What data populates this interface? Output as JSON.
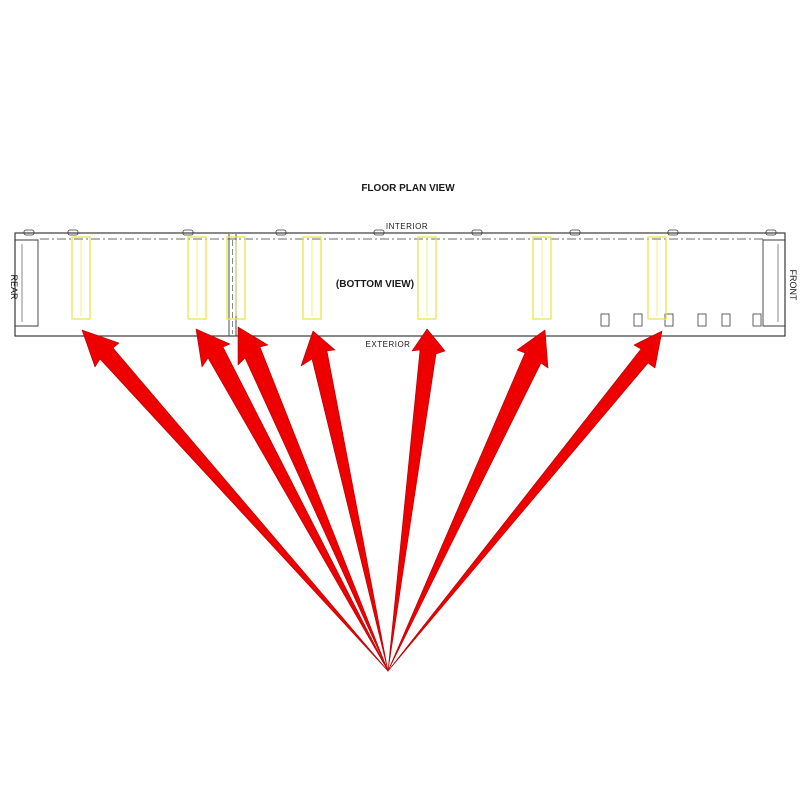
{
  "diagram": {
    "title": "FLOOR PLAN VIEW",
    "interior_label": "INTERIOR",
    "exterior_label": "EXTERIOR",
    "view_label": "(BOTTOM VIEW)",
    "rear_label": "REAR",
    "front_label": "FRONT"
  },
  "colors": {
    "outline": "#3a3a3a",
    "highlight": "#e8e84a",
    "arrow": "#ee0000",
    "arrow_edge": "#b00000"
  },
  "highlighted_zones": 7
}
